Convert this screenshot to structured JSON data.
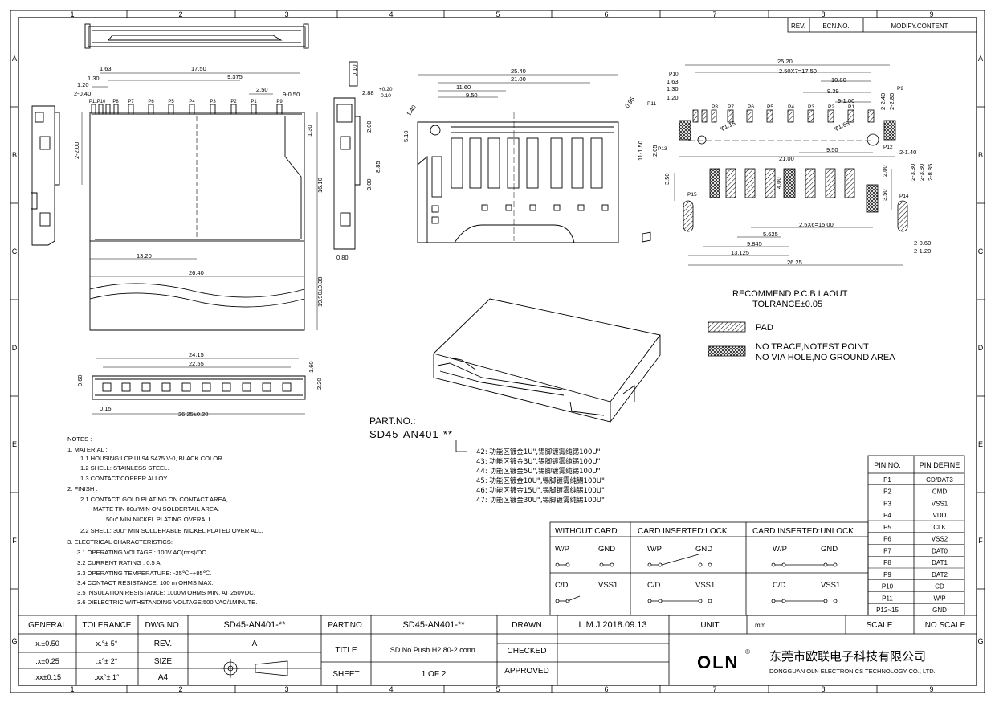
{
  "border": {
    "columns": [
      "1",
      "2",
      "3",
      "4",
      "5",
      "6",
      "7",
      "8",
      "9"
    ],
    "rows": [
      "A",
      "B",
      "C",
      "D",
      "E",
      "F",
      "G"
    ]
  },
  "revision_header": [
    "REV.",
    "ECN.NO.",
    "MODIFY.CONTENT"
  ],
  "top_view": {
    "dims": [
      "1.63",
      "1.30",
      "1.20",
      "2-0.40",
      "17.50",
      "9.375",
      "2.50",
      "9-0.50",
      "2-2.00",
      "13.20",
      "26.40",
      "1.30",
      "16.10",
      "19.90±0.38"
    ],
    "pin_labels": [
      "P11",
      "P10",
      "P8",
      "P7",
      "P6",
      "P5",
      "P4",
      "P3",
      "P2",
      "P1",
      "P9"
    ]
  },
  "side_view": {
    "dims": [
      "0.10",
      "2.88",
      "+0.20",
      "-0.10",
      "2.00",
      "3.00",
      "8.85",
      "0.80"
    ]
  },
  "front_view": {
    "dims": [
      "24.15",
      "22.55",
      "0.60",
      "1.60",
      "2.20",
      "0.15",
      "26.25±0.20"
    ]
  },
  "bottom_view": {
    "dims": [
      "25.40",
      "21.00",
      "11.60",
      "9.50",
      "1.40",
      "0.95",
      "5.10"
    ]
  },
  "pcb_layout": {
    "pin_labels": [
      "P10",
      "P11",
      "P13",
      "P12",
      "P9",
      "P8",
      "P7",
      "P6",
      "P5",
      "P4",
      "P3",
      "P2",
      "P1",
      "P15",
      "P14"
    ],
    "dims": [
      "25.20",
      "2.50X7=17.50",
      "1.63",
      "1.30",
      "1.20",
      "10.80",
      "9.39",
      "9-1.00",
      "2-2.40",
      "2-2.80",
      "φ1.15",
      "φ1.65",
      "11-1.50",
      "2.05",
      "21.00",
      "9.50",
      "2-1.40",
      "3.50",
      "4.00",
      "2.00",
      "2-3.30",
      "2-3.80",
      "2-8.85",
      "3.50",
      "5.625",
      "2.5X6=15.00",
      "9.845",
      "13.125",
      "26.25",
      "2-0.60",
      "2-1.20"
    ],
    "title": "RECOMMEND P.C.B LAOUT",
    "tolerance": "TOLRANCE±0.05"
  },
  "legend": {
    "pad": "PAD",
    "keepout_1": "NO TRACE,NOTEST POINT",
    "keepout_2": "NO VIA HOLE,NO GROUND AREA"
  },
  "part_number": {
    "label": "PART.NO.:",
    "value": "SD45-AN401-**",
    "variants": [
      "42: 功能区镀金1U\",锡脚镀雾纯锡100U\"",
      "43: 功能区镀金3U\",锡脚镀雾纯锡100U\"",
      "44: 功能区镀金5U\",锡脚镀雾纯锡100U\"",
      "45: 功能区镀金10U\",锡脚镀雾纯锡100U\"",
      "46: 功能区镀金15U\",锡脚镀雾纯锡100U\"",
      "47: 功能区镀金30U\",锡脚镀雾纯锡100U\""
    ]
  },
  "notes": [
    "NOTES :",
    "1. MATERIAL :",
    "1.1 HOUSING:LCP UL94 S475 V-0, BLACK COLOR.",
    "1.2 SHELL: STAINLESS STEEL.",
    "1.3 CONTACT:COPPER ALLOY.",
    "2. FINISH :",
    "2.1 CONTACT: GOLD PLATING ON CONTACT AREA,",
    "MATTE TIN 80u\"MIN ON SOLDERTAIL AREA.",
    "50u\" MIN NICKEL PLATING OVERALL.",
    "2.2 SHELL: 30U\" MIN SOLDERABLE NICKEL PLATED OVER ALL.",
    "3. ELECTRICAL CHARACTERISTICS:",
    "3.1 OPERATING VOLTAGE : 100V AC(rms)/DC.",
    "3.2 CURRENT RATING : 0.5 A.",
    "3.3 OPERATING TEMPERATURE: -25℃~+85℃.",
    "3.4 CONTACT RESISTANCE: 100 m OHMS MAX.",
    "3.5 INSULATION RESISTANCE: 1000M OHMS MIN. AT 250VDC.",
    "3.6 DIELECTRIC WITHSTANDING VOLTAGE:500 VAC/1MINUTE."
  ],
  "switch_table": {
    "headers": [
      "WITHOUT CARD",
      "CARD INSERTED:LOCK",
      "CARD INSERTED:UNLOCK"
    ],
    "wp_label": "W/P",
    "gnd_label": "GND",
    "cd_label": "C/D",
    "vss1_label": "VSS1"
  },
  "pin_table": {
    "headers": [
      "PIN NO.",
      "PIN DEFINE"
    ],
    "rows": [
      [
        "P1",
        "CD/DAT3"
      ],
      [
        "P2",
        "CMD"
      ],
      [
        "P3",
        "VSS1"
      ],
      [
        "P4",
        "VDD"
      ],
      [
        "P5",
        "CLK"
      ],
      [
        "P6",
        "VSS2"
      ],
      [
        "P7",
        "DAT0"
      ],
      [
        "P8",
        "DAT1"
      ],
      [
        "P9",
        "DAT2"
      ],
      [
        "P10",
        "CD"
      ],
      [
        "P11",
        "W/P"
      ],
      [
        "P12~15",
        "GND"
      ]
    ]
  },
  "title_block": {
    "general": "GENERAL",
    "tolerance": "TOLERANCE",
    "dwg_no_label": "DWG.NO.",
    "dwg_no": "SD45-AN401-**",
    "tol_rows": [
      [
        "x.±0.50",
        "x.°± 5°",
        "REV."
      ],
      [
        ".x±0.25",
        ".x°± 2°",
        "SIZE"
      ],
      [
        ".xx±0.15",
        ".xx°± 1°",
        "A4"
      ]
    ],
    "rev": "A",
    "part_no_label": "PART.NO.",
    "part_no": "SD45-AN401-**",
    "title_label": "TITLE",
    "title": "SD No Push H2.80-2 conn.",
    "sheet_label": "SHEET",
    "sheet": "1 OF 2",
    "drawn_label": "DRAWN",
    "drawn": "L.M.J 2018.09.13",
    "checked_label": "CHECKED",
    "approved_label": "APPROVED",
    "unit_label": "UNIT",
    "unit": "mm",
    "scale_label": "SCALE",
    "scale": "NO SCALE",
    "logo": "OLN",
    "company_cn": "东莞市欧联电子科技有限公司",
    "company_en": "DONGGUAN OLN ELECTRONICS TECHNOLOGY CO., LTD."
  }
}
